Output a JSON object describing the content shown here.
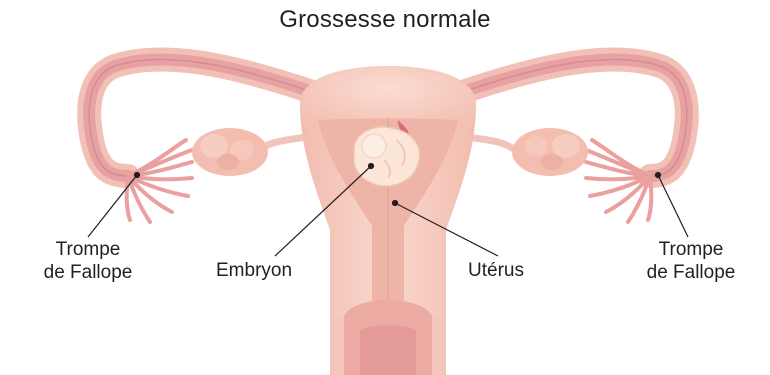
{
  "title": "Grossesse normale",
  "labels": {
    "tube_left": [
      "Trompe",
      "de Fallope"
    ],
    "tube_right": [
      "Trompe",
      "de Fallope"
    ],
    "embryo": "Embryon",
    "uterus": "Utérus"
  },
  "colors": {
    "tissue_outer": "#f7cfc4",
    "tissue_shadow": "#eeb3a6",
    "tube_lumen": "#eaa6a4",
    "tube_outline": "#d98c8f",
    "ovary": "#f2b8a9",
    "embryo": "#fbe6d8",
    "leader_line": "#231f20"
  }
}
